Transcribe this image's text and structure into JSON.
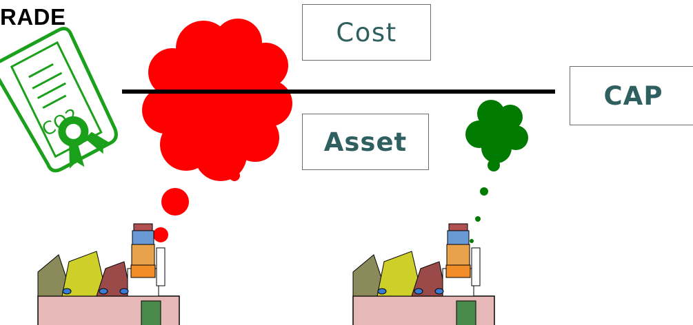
{
  "labels": {
    "trade": "RADE",
    "cost": "Cost",
    "asset": "Asset",
    "cap": "CAP",
    "certificate_text": "CO2"
  },
  "colors": {
    "red_cloud": "#ff0000",
    "green_cloud": "#007a00",
    "certificate": "#1aa01a",
    "box_text": "#2f5f5f",
    "cap_line": "#000000"
  },
  "icons": [
    "co2-certificate-icon",
    "factory-icon",
    "factory-icon"
  ]
}
